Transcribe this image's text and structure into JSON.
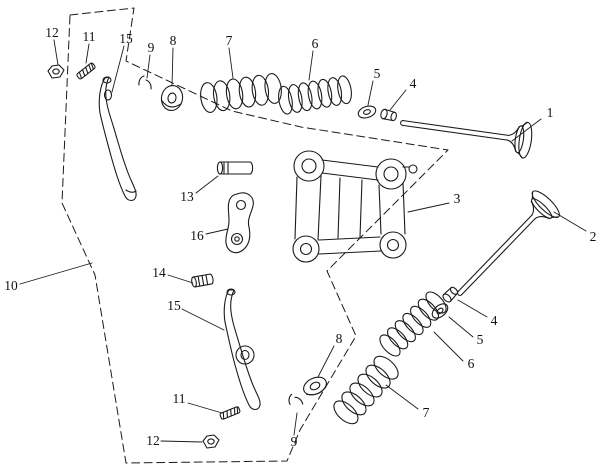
{
  "figure": {
    "background": "#ffffff",
    "stroke": "#1b1b1b",
    "label_color": "#111111"
  },
  "labels": [
    {
      "num": "12",
      "part": "nut"
    },
    {
      "num": "11",
      "part": "stud"
    },
    {
      "num": "15",
      "part": "rocker-arm"
    },
    {
      "num": "9",
      "part": "valve-cotters"
    },
    {
      "num": "8",
      "part": "spring-retainer"
    },
    {
      "num": "7",
      "part": "outer-valve-spring"
    },
    {
      "num": "6",
      "part": "inner-valve-spring"
    },
    {
      "num": "5",
      "part": "spring-seat"
    },
    {
      "num": "4",
      "part": "valve-stem-seal"
    },
    {
      "num": "1",
      "part": "valve"
    },
    {
      "num": "2",
      "part": "valve"
    },
    {
      "num": "3",
      "part": "rocker-arm-assembly"
    },
    {
      "num": "13",
      "part": "pin"
    },
    {
      "num": "16",
      "part": "plate"
    },
    {
      "num": "14",
      "part": "pin"
    },
    {
      "num": "15",
      "part": "rocker-arm"
    },
    {
      "num": "8",
      "part": "spring-retainer"
    },
    {
      "num": "11",
      "part": "stud"
    },
    {
      "num": "12",
      "part": "nut"
    },
    {
      "num": "9",
      "part": "valve-cotters"
    },
    {
      "num": "5",
      "part": "spring-seat"
    },
    {
      "num": "4",
      "part": "valve-stem-seal"
    },
    {
      "num": "6",
      "part": "inner-valve-spring"
    },
    {
      "num": "7",
      "part": "outer-valve-spring"
    },
    {
      "num": "10",
      "part": "cylinder-head-outline"
    }
  ]
}
